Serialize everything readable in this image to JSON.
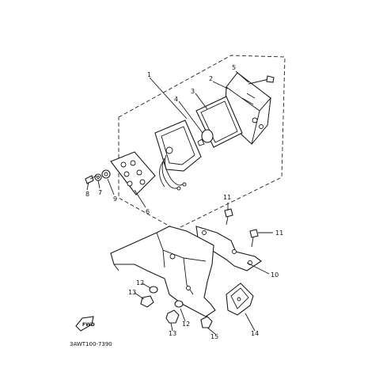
{
  "diagram": {
    "code": "3AWT100-7390",
    "fwd_label": "FWD",
    "callouts": [
      "1",
      "2",
      "3",
      "4",
      "5",
      "6",
      "7",
      "8",
      "9",
      "10",
      "11",
      "11",
      "12",
      "12",
      "13",
      "13",
      "14",
      "15"
    ]
  }
}
